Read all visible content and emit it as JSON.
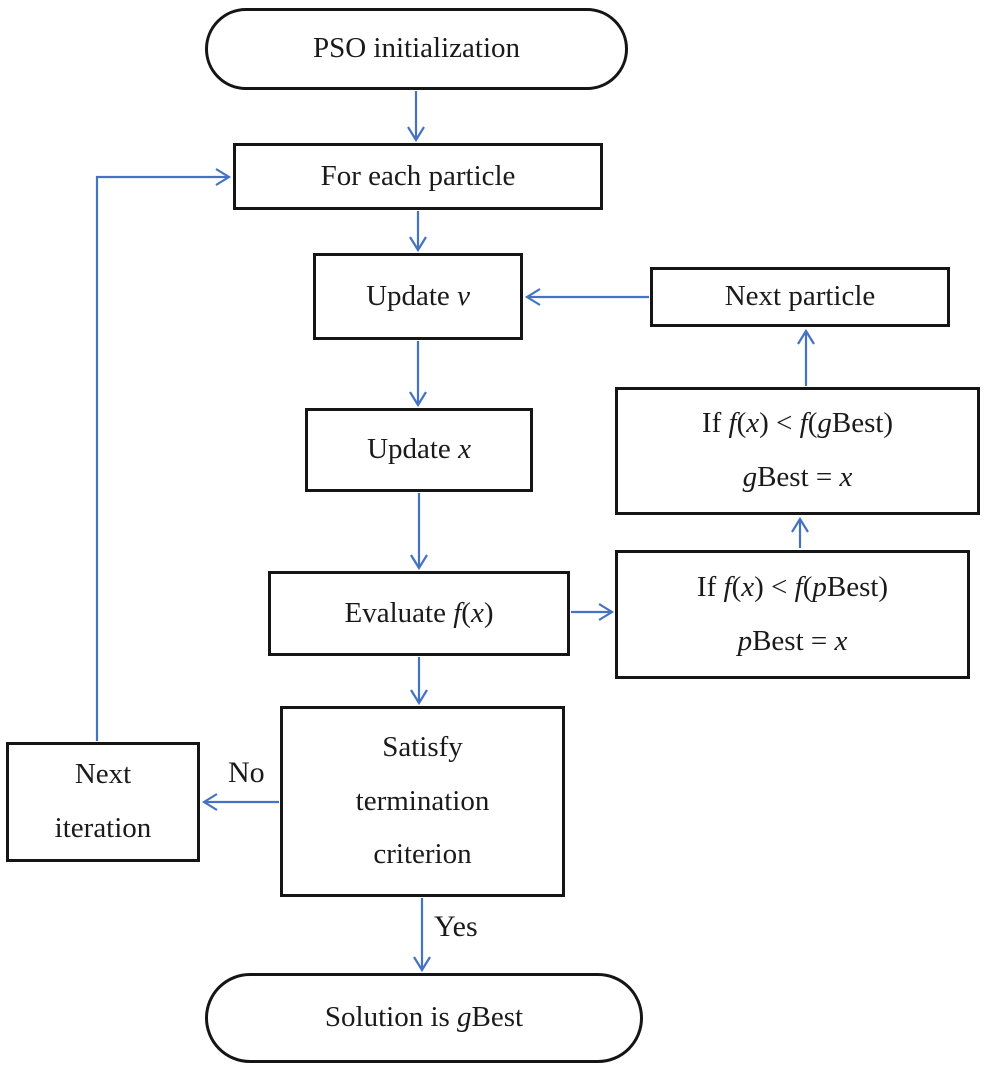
{
  "diagram": {
    "type": "flowchart",
    "colors": {
      "arrow": "#4472C4",
      "border": "#151515",
      "text": "#1a1a1a",
      "background": "#ffffff"
    },
    "nodes": {
      "pso_init": {
        "shape": "stadium",
        "parts": [
          {
            "t": "PSO initialization"
          }
        ]
      },
      "for_each": {
        "shape": "rect",
        "parts": [
          {
            "t": "For each particle"
          }
        ]
      },
      "update_v": {
        "shape": "rect",
        "parts": [
          {
            "t": "Update "
          },
          {
            "t": "v",
            "i": true
          }
        ]
      },
      "update_x": {
        "shape": "rect",
        "parts": [
          {
            "t": "Update "
          },
          {
            "t": "x",
            "i": true
          }
        ]
      },
      "evaluate": {
        "shape": "rect",
        "parts": [
          {
            "t": "Evaluate "
          },
          {
            "t": "f",
            "i": true
          },
          {
            "t": "("
          },
          {
            "t": "x",
            "i": true
          },
          {
            "t": ")"
          }
        ]
      },
      "satisfy": {
        "shape": "rect",
        "lines": [
          [
            {
              "t": "Satisfy"
            }
          ],
          [
            {
              "t": "termination"
            }
          ],
          [
            {
              "t": "criterion"
            }
          ]
        ]
      },
      "next_iteration": {
        "shape": "rect",
        "lines": [
          [
            {
              "t": "Next"
            }
          ],
          [
            {
              "t": "iteration"
            }
          ]
        ]
      },
      "solution": {
        "shape": "stadium",
        "parts": [
          {
            "t": "Solution is "
          },
          {
            "t": "g",
            "i": true
          },
          {
            "t": "Best"
          }
        ]
      },
      "next_particle": {
        "shape": "rect",
        "parts": [
          {
            "t": "Next particle"
          }
        ]
      },
      "gbest_check": {
        "shape": "rect",
        "lines": [
          [
            {
              "t": "If "
            },
            {
              "t": "f",
              "i": true
            },
            {
              "t": "("
            },
            {
              "t": "x",
              "i": true
            },
            {
              "t": ") < "
            },
            {
              "t": "f",
              "i": true
            },
            {
              "t": "("
            },
            {
              "t": "g",
              "i": true
            },
            {
              "t": "Best)"
            }
          ],
          [
            {
              "t": "g",
              "i": true
            },
            {
              "t": "Best = "
            },
            {
              "t": "x",
              "i": true
            }
          ]
        ]
      },
      "pbest_check": {
        "shape": "rect",
        "lines": [
          [
            {
              "t": "If "
            },
            {
              "t": "f",
              "i": true
            },
            {
              "t": "("
            },
            {
              "t": "x",
              "i": true
            },
            {
              "t": ") < "
            },
            {
              "t": "f",
              "i": true
            },
            {
              "t": "("
            },
            {
              "t": "p",
              "i": true
            },
            {
              "t": "Best)"
            }
          ],
          [
            {
              "t": "p",
              "i": true
            },
            {
              "t": "Best = "
            },
            {
              "t": "x",
              "i": true
            }
          ]
        ]
      }
    },
    "edges": [
      {
        "from": "pso_init",
        "to": "for_each"
      },
      {
        "from": "for_each",
        "to": "update_v"
      },
      {
        "from": "update_v",
        "to": "update_x"
      },
      {
        "from": "update_x",
        "to": "evaluate"
      },
      {
        "from": "evaluate",
        "to": "satisfy"
      },
      {
        "from": "evaluate",
        "to": "pbest_check"
      },
      {
        "from": "pbest_check",
        "to": "gbest_check"
      },
      {
        "from": "gbest_check",
        "to": "next_particle"
      },
      {
        "from": "next_particle",
        "to": "update_v"
      },
      {
        "from": "satisfy",
        "to": "next_iteration",
        "label": "No"
      },
      {
        "from": "satisfy",
        "to": "solution",
        "label": "Yes"
      },
      {
        "from": "next_iteration",
        "to": "for_each"
      }
    ]
  }
}
